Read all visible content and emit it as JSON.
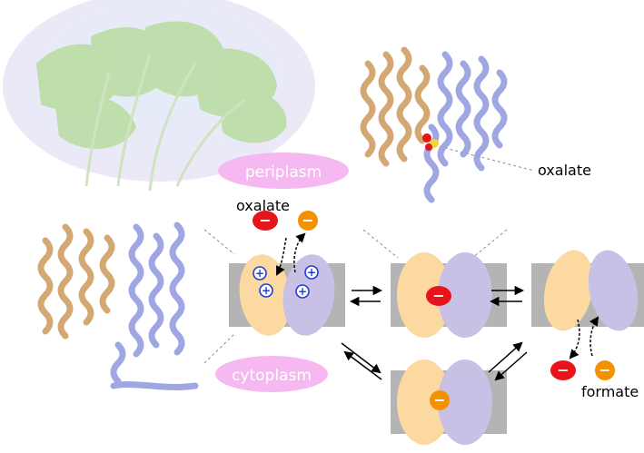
{
  "labels": {
    "periplasm": "periplasm",
    "cytoplasm": "cytoplasm",
    "oxalate_top": "oxalate",
    "oxalate_structure": "oxalate",
    "formate": "formate"
  },
  "symbols": {
    "minus": "−",
    "plus": "+"
  },
  "colors": {
    "oxalate_ion": "#e8141b",
    "formate_ion": "#f39200",
    "domain_orange": "#fbd9a1",
    "domain_purple": "#c9c0e6",
    "membrane": "#b4b4b4",
    "periplasm_bubble": "#f6b8f0",
    "cytoplasm_bubble": "#f6b8f0",
    "positive_charge": "#1f3ed6",
    "helix_orange": "#d2a46c",
    "helix_purple": "#9aa2e0"
  }
}
